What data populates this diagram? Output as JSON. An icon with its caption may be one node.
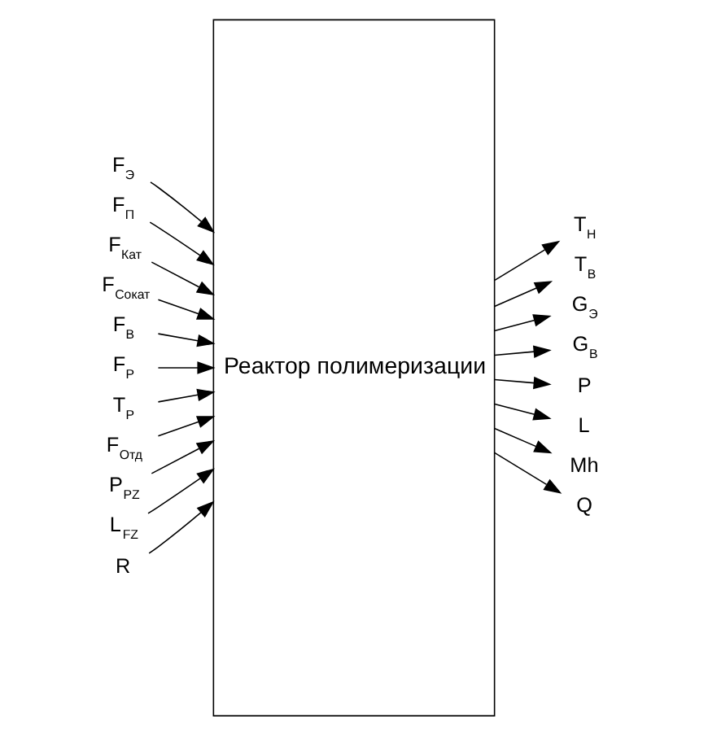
{
  "diagram": {
    "nodes": [
      {
        "text": [
          "F$_{Э}$"
        ]
      },
      {
        "text": [
          "F$_{П}$"
        ]
      },
      {
        "text": [
          "F$_{Кат}$"
        ]
      },
      {
        "text": [
          "F$_{Сокат}$"
        ]
      },
      {
        "text": [
          "F$_{В}$"
        ]
      },
      {
        "text": [
          "F$_{Р}$"
        ]
      },
      {
        "text": [
          "T$_{Р}$"
        ]
      },
      {
        "text": [
          "F$_{Отд}$"
        ]
      },
      {
        "text": [
          "P$_{PZ}$"
        ]
      },
      {
        "text": [
          "L$_{FZ}$"
        ]
      },
      {
        "text": [
          "R"
        ]
      },
      {
        "text": [
          "Реактор полимеризации"
        ]
      },
      {
        "text": [
          "T$_{Н}$"
        ]
      },
      {
        "text": [
          "T$_{В}$"
        ]
      },
      {
        "text": [
          "G$_{Э}$"
        ]
      },
      {
        "text": [
          "G$_{В}$"
        ]
      },
      {
        "text": [
          "P"
        ]
      },
      {
        "text": [
          "L"
        ]
      },
      {
        "text": [
          "Mh"
        ]
      },
      {
        "text": [
          "Q"
        ]
      }
    ],
    "edges": [
      {
        "from": 0,
        "to": 11,
        "arrow": "to"
      },
      {
        "from": 1,
        "to": 11,
        "arrow": "to"
      },
      {
        "from": 2,
        "to": 11,
        "arrow": "to"
      },
      {
        "from": 3,
        "to": 11,
        "arrow": "to"
      },
      {
        "from": 4,
        "to": 11,
        "arrow": "to"
      },
      {
        "from": 5,
        "to": 11,
        "arrow": "to"
      },
      {
        "from": 6,
        "to": 11,
        "arrow": "to"
      },
      {
        "from": 7,
        "to": 11,
        "arrow": "to"
      },
      {
        "from": 8,
        "to": 11,
        "arrow": "to"
      },
      {
        "from": 9,
        "to": 11,
        "arrow": "to"
      },
      {
        "from": 10,
        "to": 11,
        "arrow": "to"
      },
      {
        "from": 11,
        "to": 12,
        "arrow": "to"
      },
      {
        "from": 11,
        "to": 13,
        "arrow": "to"
      },
      {
        "from": 11,
        "to": 14,
        "arrow": "to"
      },
      {
        "from": 11,
        "to": 15,
        "arrow": "to"
      },
      {
        "from": 11,
        "to": 16,
        "arrow": "to"
      },
      {
        "from": 11,
        "to": 17,
        "arrow": "to"
      },
      {
        "from": 11,
        "to": 18,
        "arrow": "to"
      },
      {
        "from": 11,
        "to": 19,
        "arrow": "to"
      }
    ]
  }
}
